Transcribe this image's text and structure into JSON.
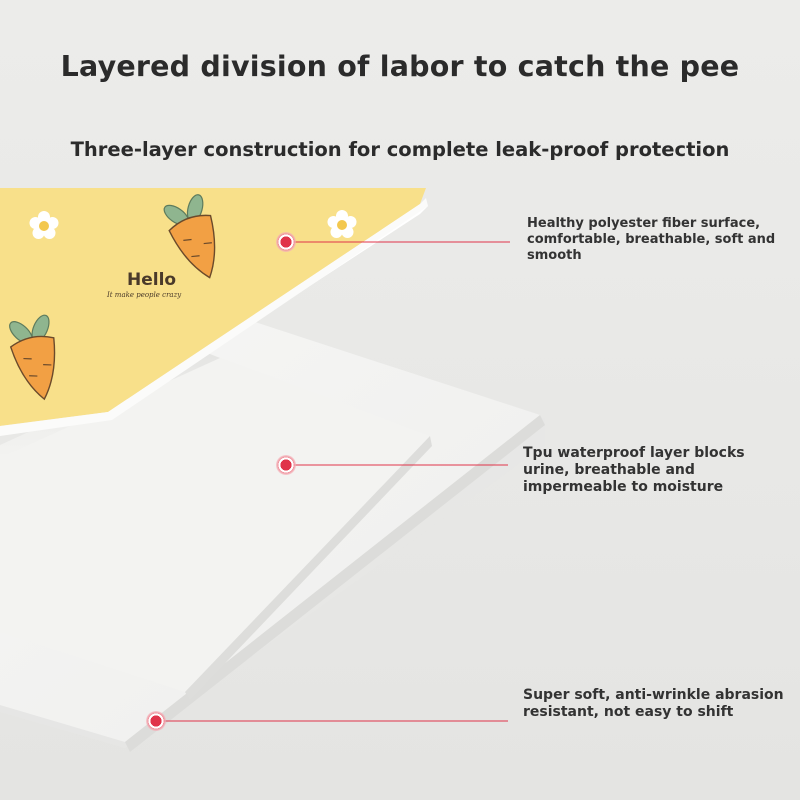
{
  "header": {
    "title": "Layered division of labor to catch the pee",
    "subtitle": "Three-layer construction for complete leak-proof protection"
  },
  "pad": {
    "print_text": "Hello",
    "print_tagline": "It make people crazy"
  },
  "layers": [
    {
      "id": "top",
      "description": "Healthy polyester fiber surface, comfortable, breathable, soft and smooth"
    },
    {
      "id": "middle",
      "description": "Tpu waterproof layer blocks urine, breathable and impermeable to moisture"
    },
    {
      "id": "bottom",
      "description": "Super soft, anti-wrinkle abrasion resistant, not easy to shift"
    }
  ],
  "colors": {
    "accent": "#e0344a",
    "pad_yellow": "#f8e08a",
    "carrot": "#f2a044",
    "leaf": "#8fb58f"
  },
  "icons": [
    "carrot-icon",
    "flower-icon",
    "marker-dot-icon"
  ]
}
